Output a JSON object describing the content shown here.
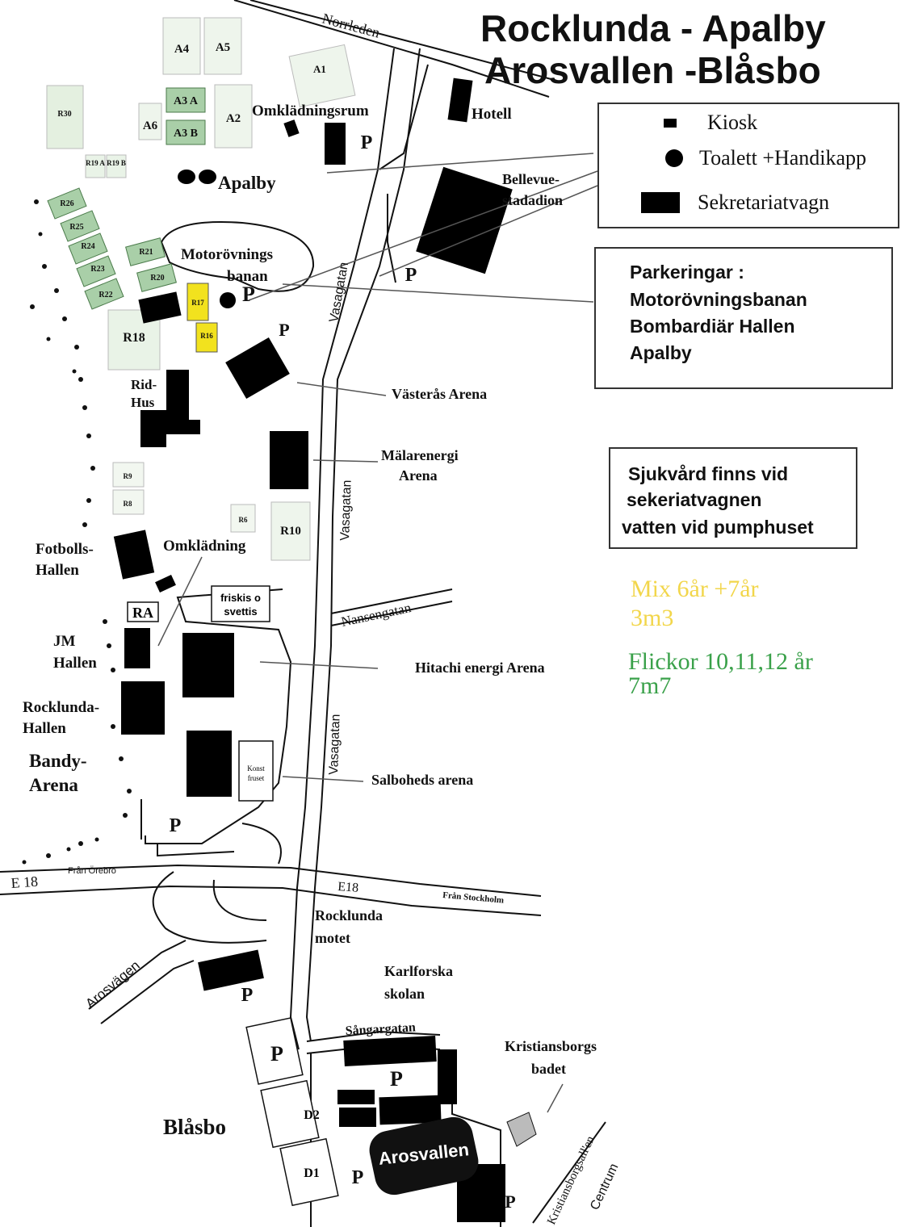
{
  "title": {
    "line1": "Rocklunda - Apalby",
    "line2": "Arosvallen  -Blåsbo"
  },
  "legend": {
    "kiosk": "Kiosk",
    "toilet": "Toalett +Handikapp",
    "sekretariat": "Sekretariatvagn"
  },
  "parking": {
    "heading": "Parkeringar :",
    "items": [
      "Motorövningsbanan",
      "Bombardiär Hallen",
      "Apalby"
    ]
  },
  "medical": {
    "lines": [
      "Sjukvård finns vid",
      "sekeriatvagnen",
      "vatten vid pumphuset"
    ]
  },
  "categories": {
    "mix": {
      "line1": "Mix 6år +7år",
      "line2": "3m3",
      "color": "#f2d64b"
    },
    "girls": {
      "line1": "Flickor 10,11,12 år",
      "line2": "7m7",
      "color": "#3aa14a"
    }
  },
  "colors": {
    "green_field": "#a9cfa8",
    "pale_field": "#e9f3e7",
    "yellow_field": "#f2e21e",
    "building": "#000000"
  },
  "fields": {
    "A4": "A4",
    "A5": "A5",
    "A1": "A1",
    "A3A": "A3 A",
    "A3B": "A3 B",
    "A6": "A6",
    "A2": "A2",
    "R30": "R30",
    "R19A": "R19 A",
    "R19B": "R19 B",
    "R26": "R26",
    "R25": "R25",
    "R24": "R24",
    "R23": "R23",
    "R22": "R22",
    "R21": "R21",
    "R20": "R20",
    "R17": "R17",
    "R16": "R16",
    "R18": "R18",
    "R9": "R9",
    "R8": "R8",
    "R6": "R6",
    "R10": "R10",
    "D2": "D2",
    "D1": "D1",
    "RA": "RA"
  },
  "places": {
    "omkladningsrum": "Omklädningsrum",
    "hotell": "Hotell",
    "apalby": "Apalby",
    "bellevue1": "Bellevue-",
    "bellevue2": "stadadion",
    "motor1": "Motorövnings",
    "motor2": "banan",
    "vasteras_arena": "Västerås Arena",
    "malarenergi1": "Mälarenergi",
    "malarenergi2": "Arena",
    "ridhus1": "Rid-",
    "ridhus2": "Hus",
    "fotbolls1": "Fotbolls-",
    "fotbolls2": "Hallen",
    "omkladning": "Omklädning",
    "friskis1": "friskis o",
    "friskis2": "svettis",
    "jm1": "JM",
    "jm2": "Hallen",
    "hitachi": "Hitachi energi Arena",
    "rocklundahallen1": "Rocklunda-",
    "rocklundahallen2": "Hallen",
    "bandy1": "Bandy-",
    "bandy2": "Arena",
    "konst1": "Konst",
    "konst2": "fruset",
    "salboheds": "Salboheds arena",
    "rocklundamotet1": "Rocklunda",
    "rocklundamotet2": "motet",
    "karlforska1": "Karlforska",
    "karlforska2": "skolan",
    "kristiansborg1": "Kristiansborgs",
    "kristiansborg2": "badet",
    "blasbo": "Blåsbo",
    "arosvallen": "Arosvallen"
  },
  "roads": {
    "norrleden": "Norrleden",
    "vasagatan": "Vasagatan",
    "nansengatan": "Nansengatan",
    "e18": "E 18",
    "e18b": "E18",
    "fran_orebro": "Från Örebro",
    "fran_stockholm": "Från Stockholm",
    "arosvagen": "Arosvägen",
    "sangargatan": "Sångargatan",
    "kristiansborgsallen": "Kristiansborgsall'en",
    "centrum": "Centrum"
  },
  "parking_symbol": "P"
}
